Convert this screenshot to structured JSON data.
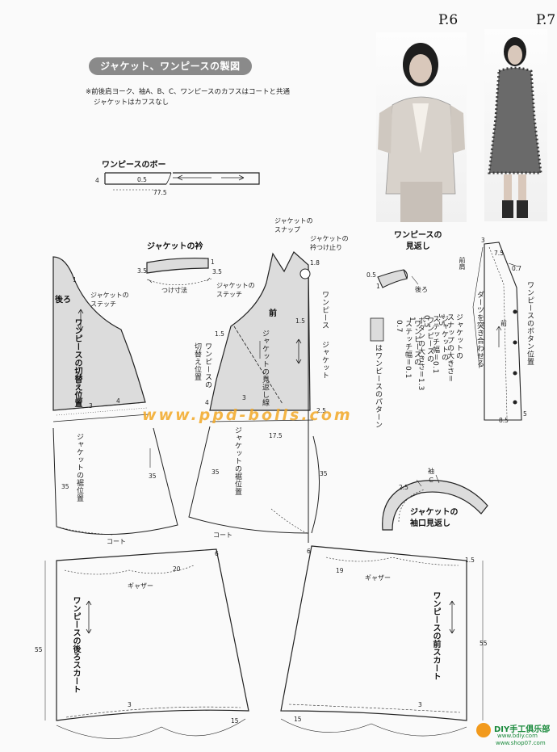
{
  "pages": {
    "left": "P.6",
    "right": "P.7"
  },
  "title": "ジャケット、ワンピースの製図",
  "notes": [
    "※前後肩ヨーク、袖A、B、C、ワンピースのカフスはコートと共通",
    "ジャケットはカフスなし"
  ],
  "bow": {
    "title": "ワンピースのボー",
    "w": "4",
    "a": "0.5",
    "len": "77.5"
  },
  "collar": {
    "title": "ジャケットの衿",
    "a": "3.5",
    "b": "1",
    "c": "3.5",
    "d": "つけ寸法"
  },
  "back": {
    "label": "後ろ",
    "stitch": "ジャケットの\nステッチ",
    "switch": "ワンピースの切替え位置",
    "hem": "ジャケットの裾位置",
    "n1": "1",
    "n3": "3",
    "n4": "4",
    "n35a": "35",
    "n35b": "35",
    "coat": "コート"
  },
  "front": {
    "label": "前",
    "snap": "ジャケットの\nスナップ",
    "collar_stop": "ジャケットの\n衿つけ止り",
    "stitch": "ジャケットの\nステッチ",
    "switch": "ワンピースの\n切替え位置",
    "facing": "ジャケットの見返し線",
    "hem": "ジャケットの裾位置",
    "onepiece": "ワンピース",
    "jacket": "ジャケット",
    "n18": "1.8",
    "n15a": "1.5",
    "n15b": "1.5",
    "n4": "4",
    "n3": "3",
    "n25": "2.5",
    "n175": "17.5",
    "n35a": "35",
    "n35b": "35",
    "coat": "コート"
  },
  "facing": {
    "title": "ワンピースの\n見返し",
    "a": "0.5",
    "b": "1",
    "back": "後ろ"
  },
  "legend": {
    "box": "はワンピースのパターン",
    "col1": "ワンピースの\nステッチ幅＝0.1\n0.7",
    "col2": "ワンピースの\nボタンの大きさ＝1.3\n1",
    "col3": "ジャケットの\nステッチ幅＝0.1\n0.5",
    "col4": "ジャケットの\nスナップの大きさ＝\n3.5"
  },
  "placket": {
    "title": "ワンピースのボタン位置",
    "front": "前",
    "shoulder": "前肩",
    "dart": "ダーツを突き合わせる",
    "n3": "3",
    "n75": "7.5",
    "n07": "0.7",
    "n85": "8.5",
    "n5": "5"
  },
  "cuff_facing": {
    "title": "ジャケットの\n袖口見返し",
    "sleeve": "袖\nC",
    "n25": "2.5"
  },
  "skirt_back": {
    "label": "ワンピースの後ろスカート",
    "gather": "ギャザー",
    "n20": "20",
    "n6": "6",
    "n55": "55",
    "n3": "3",
    "n15": "15"
  },
  "skirt_front": {
    "label": "ワンピースの前スカート",
    "gather": "ギャザー",
    "n19": "19",
    "n6": "6",
    "n15top": "1.5",
    "n55": "55",
    "n3": "3",
    "n15": "15"
  },
  "watermark": "www.ppd-bolls.com",
  "footer": {
    "site": "DIY手工俱乐部",
    "url1": "www.bdiy.com",
    "url2": "www.shop07.com"
  }
}
